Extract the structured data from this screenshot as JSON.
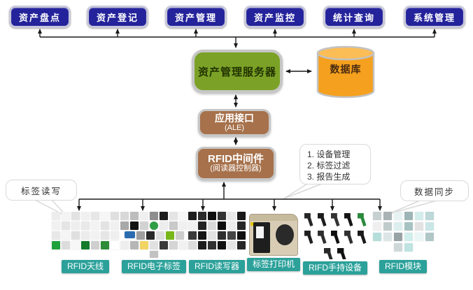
{
  "top_modules": [
    "资产盘点",
    "资产登记",
    "资产管理",
    "资产监控",
    "统计查询",
    "系统管理"
  ],
  "server": {
    "label": "资产管理服务器"
  },
  "database": {
    "label": "数据库"
  },
  "ale": {
    "line1": "应用接口",
    "line2": "(ALE)"
  },
  "middleware": {
    "line1": "RFID中间件",
    "line2": "(阅读器控制器)"
  },
  "middleware_note": {
    "items": [
      "1. 设备管理",
      "2. 标签过滤",
      "3. 报告生成"
    ]
  },
  "callout_left": {
    "label": "标签读写"
  },
  "callout_right": {
    "label": "数据同步"
  },
  "devices": [
    {
      "label": "RFID天线",
      "tiles": [
        "#ededed",
        "#f4f4f4",
        "#e2e2e2",
        "#f0f0f0",
        "#e7e7e7",
        "#f6f6f6",
        "#dfdfdf",
        "#f1f1f1",
        "#e5e5e5",
        "#eeeeee",
        "#e9e9e9",
        "#f3f3f3",
        "#e3e3e3",
        "#f0f0f0",
        "#e8e8e8",
        "#f5f5f5",
        "#e0e0e0",
        "#ececec",
        "#f2f2f2",
        "#e6e6e6",
        "#efefef",
        "#1fa13c",
        "#dcdcdc",
        "#f7f7f7",
        "#157a2a",
        "#cfcfcf",
        "#2e8b3a",
        "#ffffff"
      ]
    },
    {
      "label": "RFID电子标签",
      "tiles": [
        "#d8d8d8",
        "#bdbdbd",
        "#efefef",
        "#8e8e8e",
        "#1b1b1b",
        "#e4e4e4",
        "#f6f6f6",
        "#a8a8a8",
        "#141414",
        "#d2d2d2",
        "#2f9e44|circle",
        "#ededed",
        "#c9c9c9",
        "#f0f0f0",
        "#2b6cb0|card",
        "#9f9f9f",
        "#282828",
        "#dedede",
        "#77b71a",
        "#cdcdcd",
        "#eeeeee",
        "#b6b6b6",
        "#f2d464",
        "#e1e1e1",
        "#3a3a3a",
        "#d5d5d5",
        "#f1f1f1",
        "#c2c2c2"
      ]
    },
    {
      "label": "RFID读写器",
      "tiles": [
        "#1e1e1e",
        "#2b2b2b",
        "#0f0f0f",
        "#343434",
        "#e8e8e8",
        "#191919",
        "#f1f1f1",
        "#232323",
        "#d9d9d9",
        "#0c0c0c",
        "#ededed",
        "#272727",
        "#3b3b3b",
        "#161616",
        "#e2e2e2",
        "#2e2e2e",
        "#454545",
        "#111111",
        "#dddddd",
        "#1c1c1c",
        "#303030",
        "#101010",
        "#e5e5e5",
        "#262626"
      ]
    },
    {
      "label": "标签打印机",
      "tiles": []
    },
    {
      "label": "RIFD手持设备",
      "tiles": [
        "#262626|gun",
        "#1c1c1c|gun",
        "#333333|gun",
        "#151515|gun",
        "#2c8a3e|gun",
        "#202020|gun",
        "#2e2e2e|gun",
        "#0f0f0f|gun",
        "#313131|gun",
        "#191919|gun",
        "#282828|gun",
        "#111111|gun"
      ]
    },
    {
      "label": "RFID模块",
      "tiles": [
        "#c7d0d1",
        "#a9b2b4",
        "#e7f3f3",
        "#9db5b7",
        "#d5ecec",
        "#bcd8d8",
        "#efefef",
        "#c0cbcc",
        "#dcefee",
        "#a7c2c3",
        "#e2e2e2",
        "#cae6e6",
        "#b5dedb",
        "#dde6e6",
        "#98a3a5",
        "#d0eeeb",
        "#e9f6f5",
        "#b0c7c8",
        "#cfd8d8",
        "#bfe3e0"
      ]
    }
  ],
  "colors": {
    "module_box": "#24239b",
    "server_box": "#7ba227",
    "database_body": "#f5a01e",
    "database_top": "#fbbd55",
    "interface_box": "#a6714b",
    "device_label": "#2ba19a",
    "line": "#1a1a1a"
  }
}
